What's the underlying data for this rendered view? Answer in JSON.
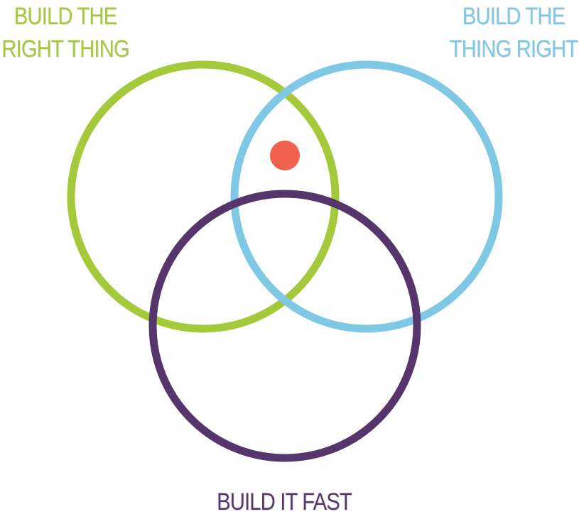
{
  "labels": {
    "right_thing": {
      "line1": "BUILD THE",
      "line2": "RIGHT THING"
    },
    "thing_right": {
      "line1": "BUILD THE",
      "line2": "THING RIGHT"
    },
    "fast": "BUILD IT FAST"
  },
  "colors": {
    "right_thing": "#a4c93a",
    "thing_right": "#7ec8e3",
    "fast": "#55356b",
    "dot": "#f0604e"
  }
}
